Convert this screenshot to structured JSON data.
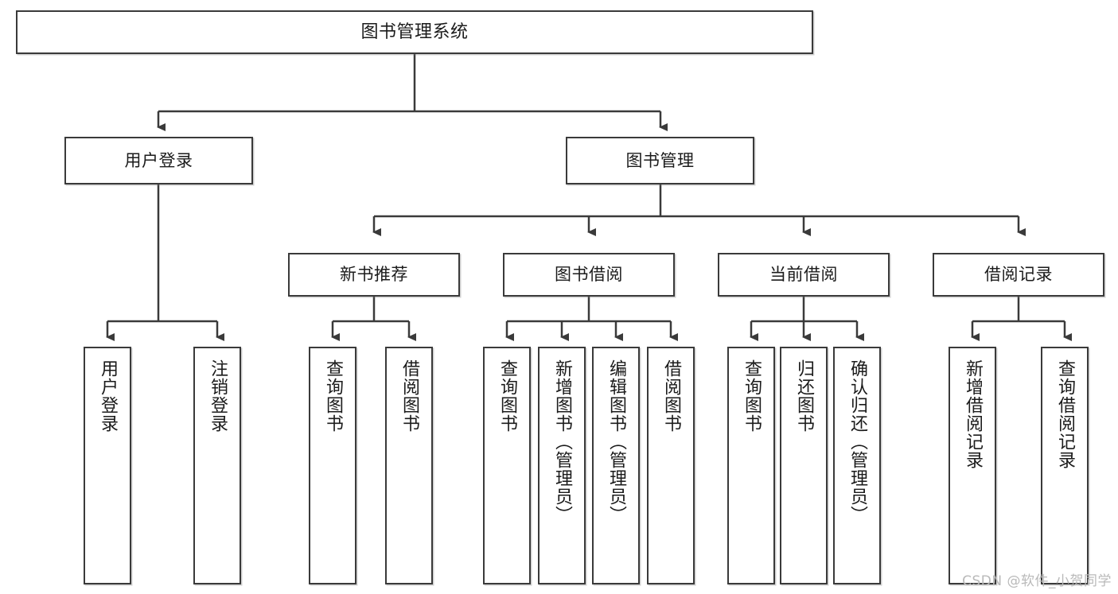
{
  "diagram": {
    "title": "图书管理系统",
    "type": "tree-hierarchy-chart",
    "colors": {
      "box_border": "#3a3a3a",
      "box_fill": "#ffffff",
      "edge": "#3a3a3a",
      "text": "#1b1b1b",
      "watermark": "#b9b9b9",
      "background": "#ffffff"
    }
  },
  "root": {
    "label": "图书管理系统"
  },
  "level2": [
    {
      "label": "用户登录"
    },
    {
      "label": "图书管理"
    }
  ],
  "level3": [
    {
      "label": "新书推荐"
    },
    {
      "label": "图书借阅"
    },
    {
      "label": "当前借阅"
    },
    {
      "label": "借阅记录"
    }
  ],
  "leaves": {
    "user_login": [
      {
        "label": "用户登录"
      },
      {
        "label": "注销登录"
      }
    ],
    "new_book": [
      {
        "label": "查询图书"
      },
      {
        "label": "借阅图书"
      }
    ],
    "book_borrow": [
      {
        "label": "查询图书"
      },
      {
        "label": "新增图书（管理员）"
      },
      {
        "label": "编辑图书（管理员）"
      },
      {
        "label": "借阅图书"
      }
    ],
    "current_borrow": [
      {
        "label": "查询图书"
      },
      {
        "label": "归还图书"
      },
      {
        "label": "确认归还（管理员）"
      }
    ],
    "borrow_record": [
      {
        "label": "新增借阅记录"
      },
      {
        "label": "查询借阅记录"
      }
    ]
  },
  "watermark": {
    "text": "CSDN @软件_小贺同学"
  }
}
